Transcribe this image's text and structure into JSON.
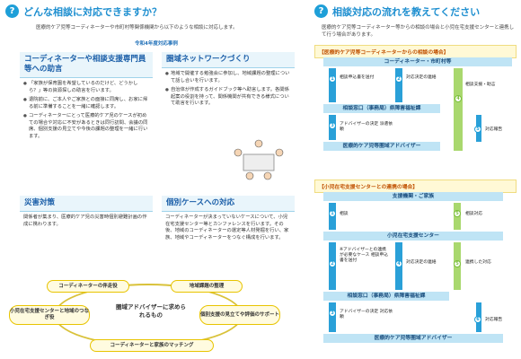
{
  "left": {
    "title": "どんな相談に対応できますか？",
    "intro": "医療的ケア児等コーディネーターや市町村等関係機関から以下のような相談に対応します。",
    "year_label": "令和4年度対応事例",
    "cards": [
      {
        "title": "コーディネーターや相談支援専門員等への助言",
        "items": [
          "「家族が保育園を希望しているのだけど、どうかしら？」等の資源探しの助言を行います。",
          "退院前に、ご本人やご家族との面接に同席し、お家に帰る前に準備することを一緒に確認します。",
          "コーディネーターにとって医療的ケア児のケースが初めての場合や対応に不安があるときは同行訪問、会議の同席、個別支援の見立てや今後の課題の整理を一緒に行います。"
        ]
      },
      {
        "title": "圏域ネットワークづくり",
        "items": [
          "地域で開催する勉強会に参加し、地域課題の整理について話し合いを行います。",
          "自治体が作成するガイドブック等へ助言します。各関係起案の役割を持って、関係機関が共有できる様式について助言を行います。"
        ]
      },
      {
        "title": "災害対策",
        "text": "関係者が集まり、医療的ケア児の災害時個別避難計画の作成に携わります。"
      },
      {
        "title": "個別ケースへの対応",
        "text": "コーディネーターが決まっていないケースについて、小児在宅支援センター等とカンファレンスを行います。その後、地域のコーディネーターの選定等人材発掘を行い、家族、地域やコーディネーターをつなぐ構成を行います。"
      }
    ],
    "cycle": {
      "center": "圏域アドバイザーに求められるもの",
      "nodes": [
        "コーディネーターの伴走役",
        "地域課題の整理",
        "小児在宅支援センターと地域のつなぎ役",
        "個別支援の見立てや評価のサポート",
        "コーディネーターと家族のマッチング"
      ]
    }
  },
  "right": {
    "title": "相談対応の流れを教えてください",
    "intro": "医療的ケア児等コーディネーター等からの相談の場合と小児在宅支援センターと連携して行う場合があります。",
    "flow1": {
      "heading": "【医療的ケア児等コーディネーターからの相談の場合】",
      "top": "コーディネーター・市町村等",
      "mid": "相談窓口（事務局）県障害福祉課",
      "bottom": "医療的ケア児等圏域アドバイザー",
      "labels": [
        "相談申込書を送付",
        "対応決定の連絡",
        "相談支援・助言",
        "アドバイザーの決定 派遣依頼",
        "対応報告"
      ],
      "nums": [
        "1",
        "2",
        "3",
        "4",
        "5"
      ]
    },
    "flow2": {
      "heading": "【小児在宅支援センターとの連携の場合】",
      "top": "支援機関・ご家族",
      "mid1": "小児在宅支援センター",
      "mid2": "相談窓口（事務局）県障害福祉課",
      "bottom": "医療的ケア児等圏域アドバイザー",
      "labels": [
        "相談",
        "相談対応",
        "※アドバイザーとの連携が必要なケース 相談申込書を送付",
        "対応決定の連絡",
        "連携した対応",
        "アドバイザーの決定 対応依頼",
        "対応報告"
      ],
      "nums": [
        "1",
        "5",
        "2",
        "4",
        "5",
        "3",
        "6"
      ]
    }
  }
}
